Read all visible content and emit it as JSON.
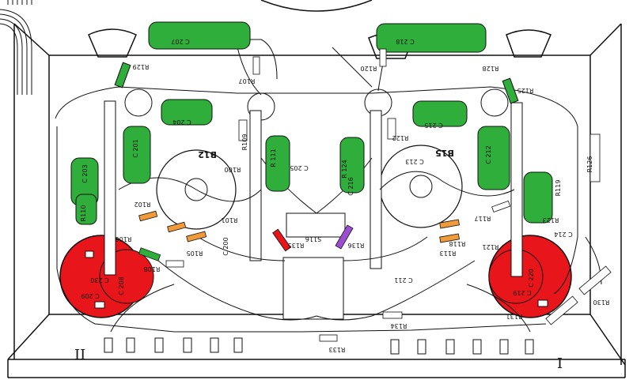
{
  "channels": {
    "left": "II",
    "right": "I"
  },
  "tubes": [
    {
      "id": "B12"
    },
    {
      "id": "B15"
    }
  ],
  "labels": [
    "C 207",
    "C 218",
    "R129",
    "R107",
    "R120",
    "R128",
    "R125",
    "C 204",
    "C 215",
    "B12",
    "B15",
    "C 201",
    "C 212",
    "C 203",
    "C 205",
    "C 216",
    "C 213",
    "R100",
    "R122",
    "R109",
    "R101",
    "R110",
    "R102",
    "R106",
    "R105",
    "R108",
    "C 200",
    "C 211",
    "R113",
    "R118",
    "R121",
    "R117",
    "R119",
    "R123",
    "C 214",
    "R135",
    "S116",
    "R136",
    "R134",
    "R133",
    "R131",
    "R130",
    "R126",
    "C 209",
    "C 208",
    "C 230",
    "C 220",
    "C 219",
    "R 111",
    "R 124"
  ],
  "colors": {
    "capacitor": "#2fae3b",
    "coil": "#e8151a",
    "resistor_orange": "#f09a3a",
    "resistor_purple": "#9b4fd0"
  }
}
